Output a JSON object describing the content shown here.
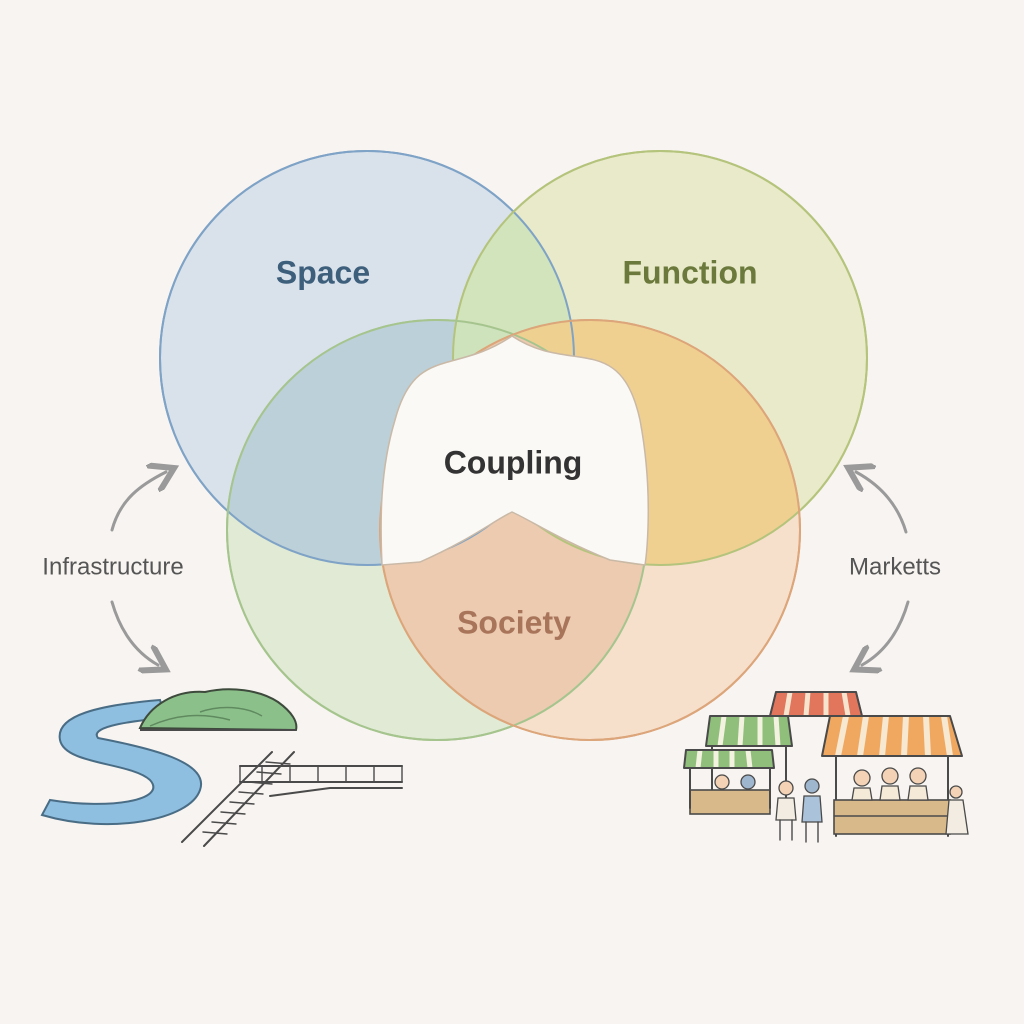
{
  "venn": {
    "sets": [
      {
        "id": "space",
        "label": "Space",
        "fill": "#d4deea",
        "stroke": "#7fa3c6",
        "text_color": "#3d5f7c"
      },
      {
        "id": "function",
        "label": "Function",
        "fill": "#e6e8c2",
        "stroke": "#b5c47c",
        "text_color": "#6b7a3c"
      },
      {
        "id": "green",
        "label": "",
        "fill": "#d6e6c8",
        "stroke": "#a6c58e"
      },
      {
        "id": "society",
        "label": "Society",
        "fill": "#f5d9bf",
        "stroke": "#dca57a",
        "text_color": "#a9755a"
      }
    ],
    "center_label": "Coupling",
    "center_text_color": "#333333"
  },
  "left_side": {
    "label": "Infrastructure",
    "icon": "infrastructure-illustration",
    "arrow_color": "#9a9a9a"
  },
  "right_side": {
    "label": "Marketts",
    "icon": "market-stalls-illustration",
    "arrow_color": "#9a9a9a"
  },
  "colors": {
    "background": "#f8f4f1",
    "river": "#8fbfe0",
    "hill": "#8cc08a",
    "awning_red": "#e2765c",
    "awning_green": "#8fbf7a",
    "awning_orange": "#f0a860",
    "wood": "#d8b98a"
  }
}
